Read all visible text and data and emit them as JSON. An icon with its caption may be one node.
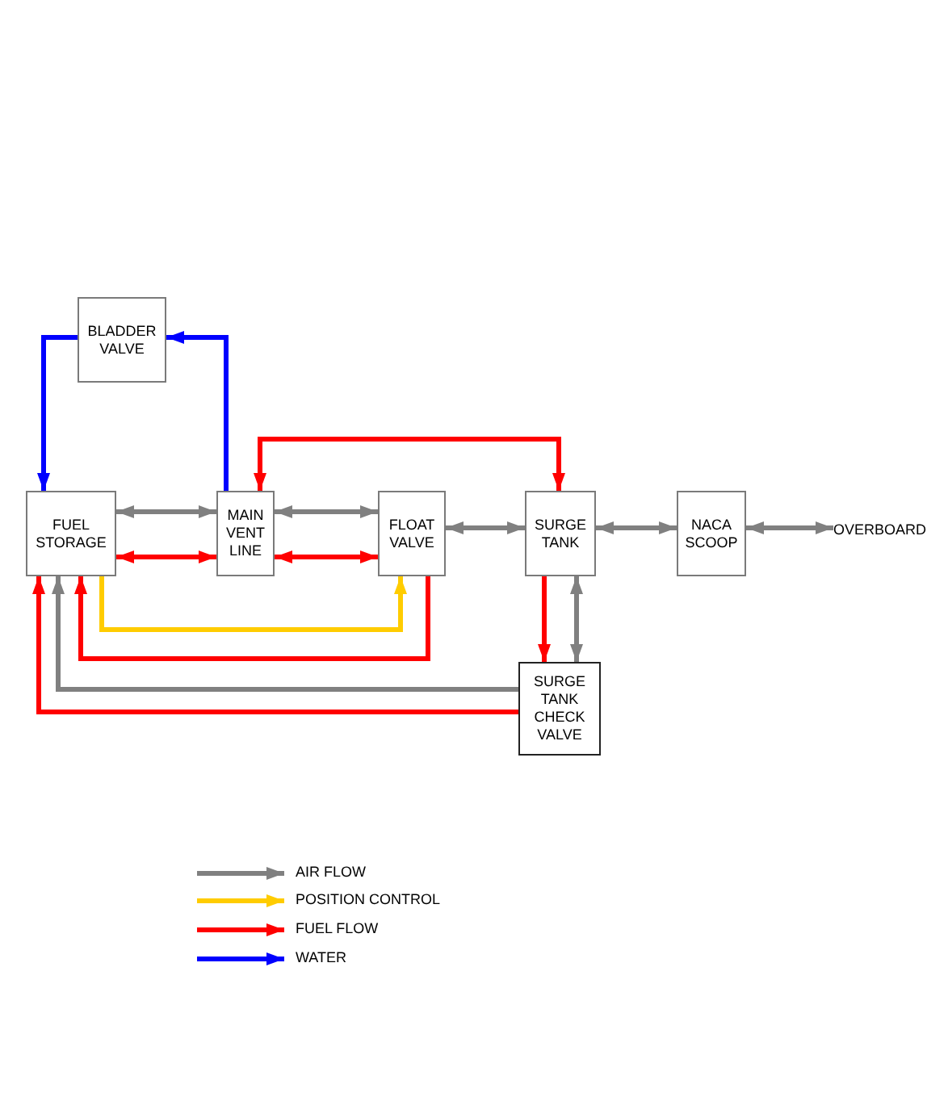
{
  "diagram": {
    "nodes": [
      {
        "text": [
          "BLADDER VALVE"
        ]
      },
      {
        "text": [
          "FUEL STORAGE"
        ]
      },
      {
        "text": [
          "MAIN VENT LINE"
        ]
      },
      {
        "text": [
          "FLOAT VALVE"
        ]
      },
      {
        "text": [
          "SURGE TANK"
        ]
      },
      {
        "text": [
          "NACA SCOOP"
        ]
      },
      {
        "text": [
          "OVERBOARD"
        ]
      },
      {
        "text": [
          "SURGE TANK CHECK VALVE"
        ]
      }
    ],
    "edges": [
      {
        "from": 1,
        "to": 2,
        "arrow": "both"
      },
      {
        "from": 1,
        "to": 2,
        "arrow": "both",
        "color": "#ff0000"
      },
      {
        "from": 2,
        "to": 3,
        "arrow": "both"
      },
      {
        "from": 2,
        "to": 3,
        "arrow": "both",
        "color": "#ff0000"
      },
      {
        "from": 3,
        "to": 4,
        "arrow": "both"
      },
      {
        "from": 4,
        "to": 5,
        "arrow": "both"
      },
      {
        "from": 5,
        "to": 6,
        "arrow": "both"
      },
      {
        "from": 2,
        "to": 4,
        "arrow": "both",
        "color": "#ff0000"
      },
      {
        "from": 2,
        "to": 0,
        "arrow": "to",
        "color": "#0000ff"
      },
      {
        "from": 0,
        "to": 1,
        "arrow": "to",
        "color": "#0000ff"
      },
      {
        "from": 1,
        "to": 3,
        "arrow": "to",
        "color": "#ffcc00"
      },
      {
        "from": 3,
        "to": 1,
        "arrow": "to",
        "color": "#ff0000"
      },
      {
        "from": 7,
        "to": 1,
        "arrow": "to"
      },
      {
        "from": 7,
        "to": 1,
        "arrow": "to",
        "color": "#ff0000"
      },
      {
        "from": 4,
        "to": 7,
        "arrow": "to",
        "color": "#ff0000"
      },
      {
        "from": 4,
        "to": 7,
        "arrow": "both"
      }
    ],
    "legend": [
      {
        "text": "AIR FLOW"
      },
      {
        "text": "POSITION CONTROL"
      },
      {
        "text": "FUEL FLOW"
      },
      {
        "text": "WATER"
      }
    ]
  }
}
